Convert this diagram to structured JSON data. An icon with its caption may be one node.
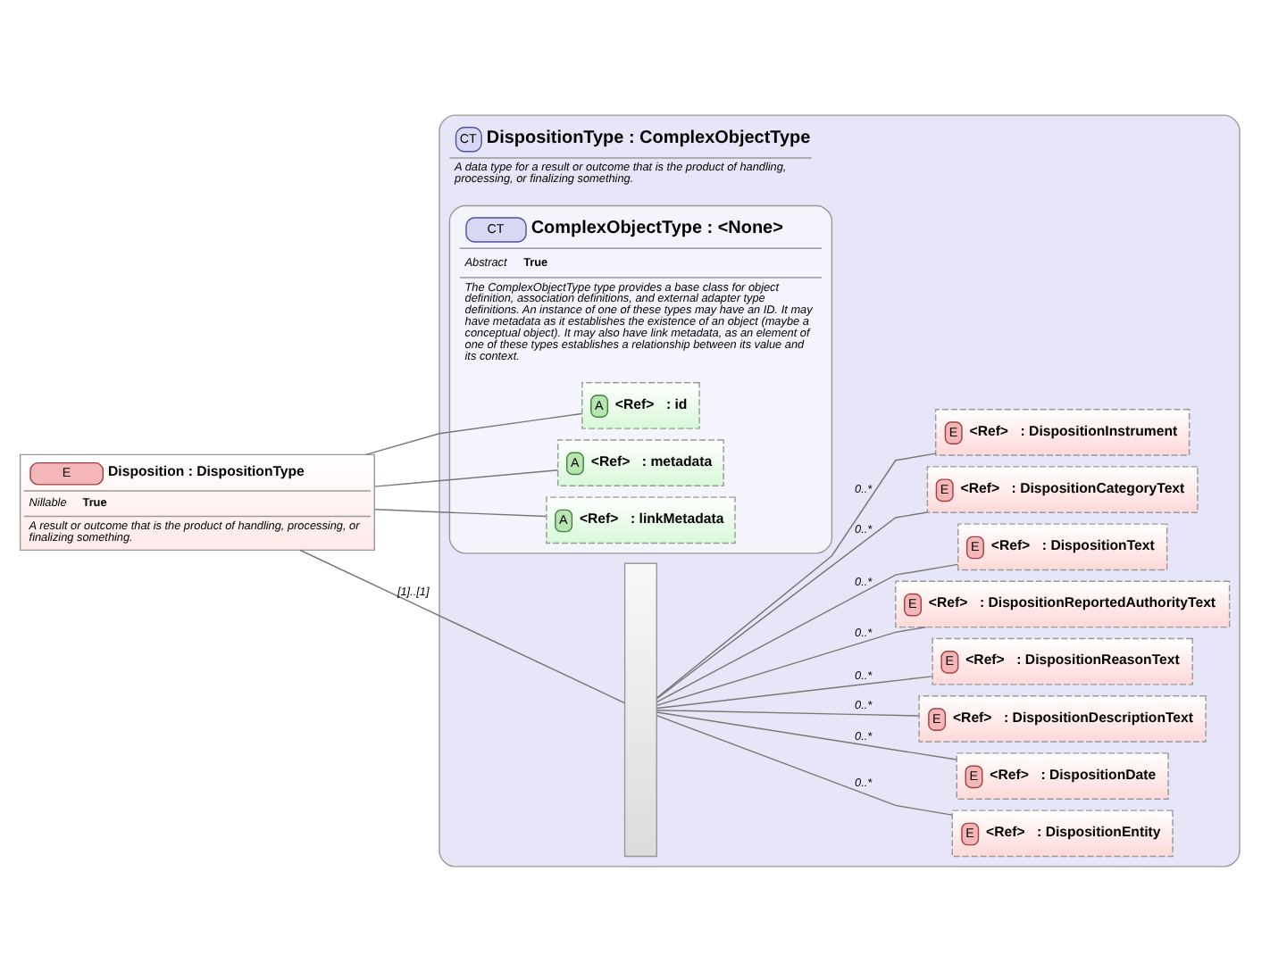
{
  "diagram": {
    "nodes": [
      {
        "text": [
          "E",
          "Disposition : DispositionType",
          "Nillable",
          "True",
          "A result or outcome that is the product of handling, processing, or finalizing something."
        ]
      },
      {
        "text": [
          "CT",
          "DispositionType : ComplexObjectType",
          "A data type for a result or outcome that is the product of handling, processing, or finalizing something."
        ]
      },
      {
        "text": [
          "CT",
          "ComplexObjectType : <None>",
          "Abstract",
          "True",
          "The ComplexObjectType type provides a base class for object definition, association definitions, and external adapter type definitions. An instance of one of these types may have an ID. It may have metadata as it establishes the existence of an object (maybe a conceptual object). It may also have link metadata, as an element of one of these types establishes a relationship between its value and its context."
        ],
        "in": 1
      },
      {
        "text": [
          "A",
          "<Ref>",
          ": id"
        ],
        "in": 2
      },
      {
        "text": [
          "A",
          "<Ref>",
          ": metadata"
        ],
        "in": 2
      },
      {
        "text": [
          "A",
          "<Ref>",
          ": linkMetadata"
        ],
        "in": 2
      },
      {
        "text": [],
        "shape": "bar",
        "in": 1
      },
      {
        "text": [
          "E",
          "<Ref>",
          ": DispositionEntity"
        ],
        "in": 1
      },
      {
        "text": [
          "E",
          "<Ref>",
          ": DispositionDate"
        ],
        "in": 1
      },
      {
        "text": [
          "E",
          "<Ref>",
          ": DispositionDescriptionText"
        ],
        "in": 1
      },
      {
        "text": [
          "E",
          "<Ref>",
          ": DispositionReasonText"
        ],
        "in": 1
      },
      {
        "text": [
          "E",
          "<Ref>",
          ": DispositionReportedAuthorityText"
        ],
        "in": 1
      },
      {
        "text": [
          "E",
          "<Ref>",
          ": DispositionText"
        ],
        "in": 1
      },
      {
        "text": [
          "E",
          "<Ref>",
          ": DispositionCategoryText"
        ],
        "in": 1
      },
      {
        "text": [
          "E",
          "<Ref>",
          ": DispositionInstrument"
        ],
        "in": 1
      }
    ],
    "edges": [
      {
        "from": 0,
        "to": 3,
        "arrow": "none"
      },
      {
        "from": 0,
        "to": 4,
        "arrow": "none"
      },
      {
        "from": 0,
        "to": 5,
        "arrow": "none"
      },
      {
        "from": 0,
        "to": 6,
        "arrow": "none",
        "label": "[1]..[1]"
      },
      {
        "from": 6,
        "to": 7,
        "arrow": "none",
        "label": "0..*"
      },
      {
        "from": 6,
        "to": 8,
        "arrow": "none",
        "label": "0..*"
      },
      {
        "from": 6,
        "to": 9,
        "arrow": "none",
        "label": "0..*"
      },
      {
        "from": 6,
        "to": 10,
        "arrow": "none",
        "label": "0..*"
      },
      {
        "from": 6,
        "to": 11,
        "arrow": "none",
        "label": "0..*"
      },
      {
        "from": 6,
        "to": 12,
        "arrow": "none",
        "label": "0..*"
      },
      {
        "from": 6,
        "to": 13,
        "arrow": "none",
        "label": "0..*"
      },
      {
        "from": 6,
        "to": 14,
        "arrow": "none",
        "label": "0..*"
      }
    ]
  }
}
